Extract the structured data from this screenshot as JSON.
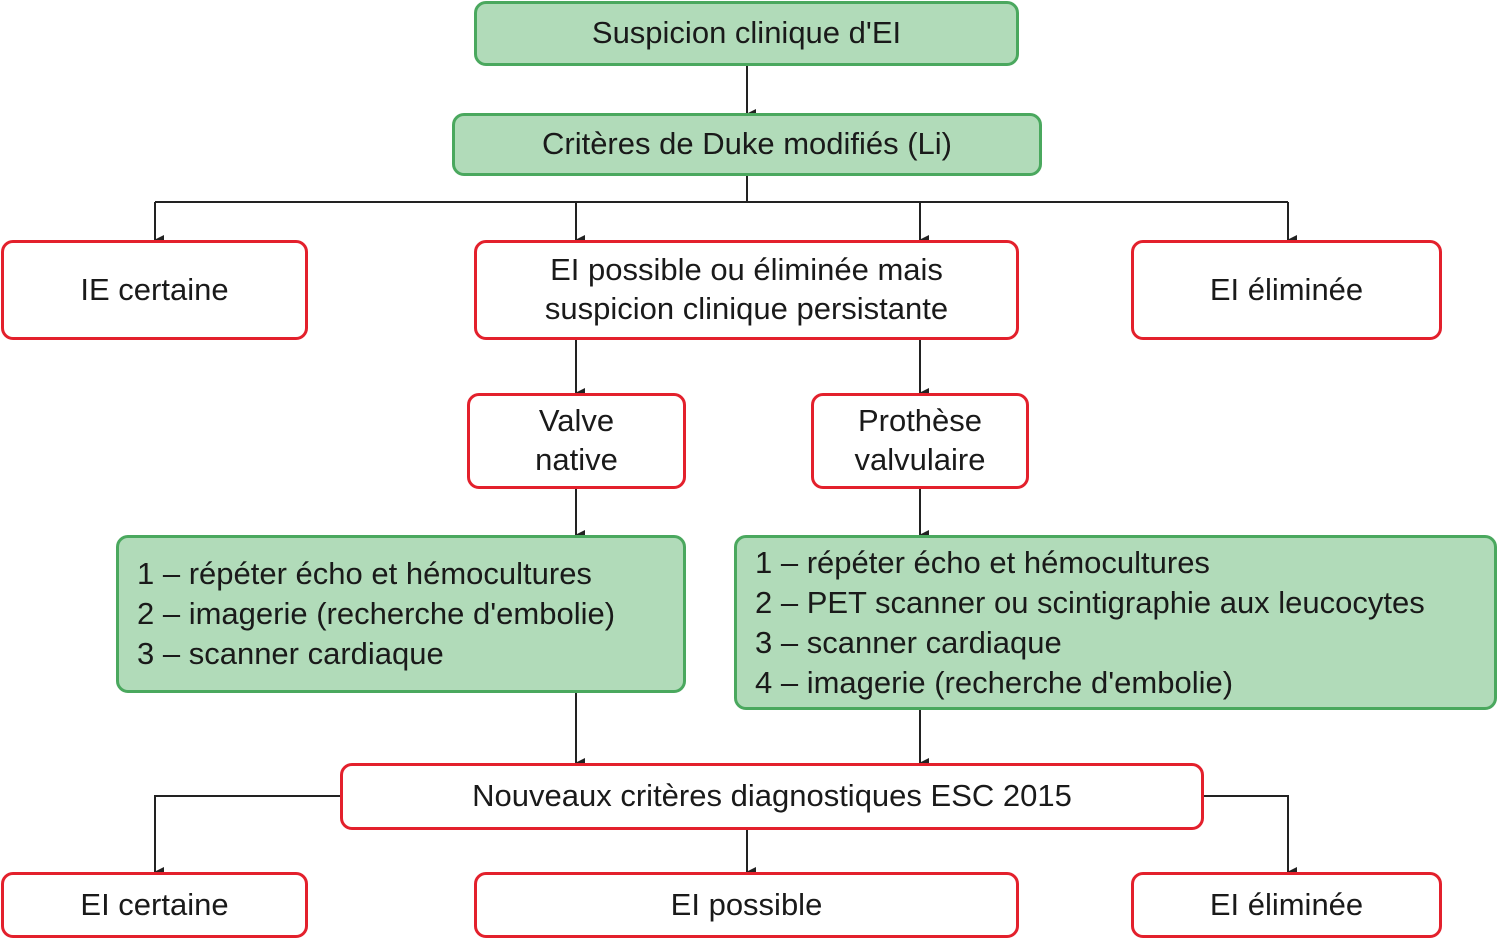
{
  "diagram": {
    "title": "Suspicion clinique d'EI",
    "nodes": {
      "start": "Suspicion clinique d'EI",
      "duke": "Critères de Duke modifiés (Li)",
      "ie_certaine": "IE certaine",
      "possible_persistante_line1": "EI possible ou éliminée mais",
      "possible_persistante_line2": "suspicion clinique persistante",
      "eliminee_top": "EI éliminée",
      "valve_native_line1": "Valve",
      "valve_native_line2": "native",
      "prothese_line1": "Prothèse",
      "prothese_line2": "valvulaire",
      "native_steps": [
        "1 – répéter écho et hémocultures",
        "2 – imagerie (recherche d'embolie)",
        "3 – scanner cardiaque"
      ],
      "prothese_steps": [
        "1 – répéter écho et hémocultures",
        "2 – PET scanner ou scintigraphie aux leucocytes",
        "3 – scanner cardiaque",
        "4 – imagerie (recherche d'embolie)"
      ],
      "esc": "Nouveaux critères diagnostiques ESC 2015",
      "ei_certaine": "EI certaine",
      "ei_possible": "EI possible",
      "eliminee_bottom": "EI éliminée"
    },
    "colors": {
      "green_fill": "#b1dbb9",
      "green_border": "#4aa85e",
      "red_border": "#e3202c",
      "arrow": "#222222"
    }
  }
}
